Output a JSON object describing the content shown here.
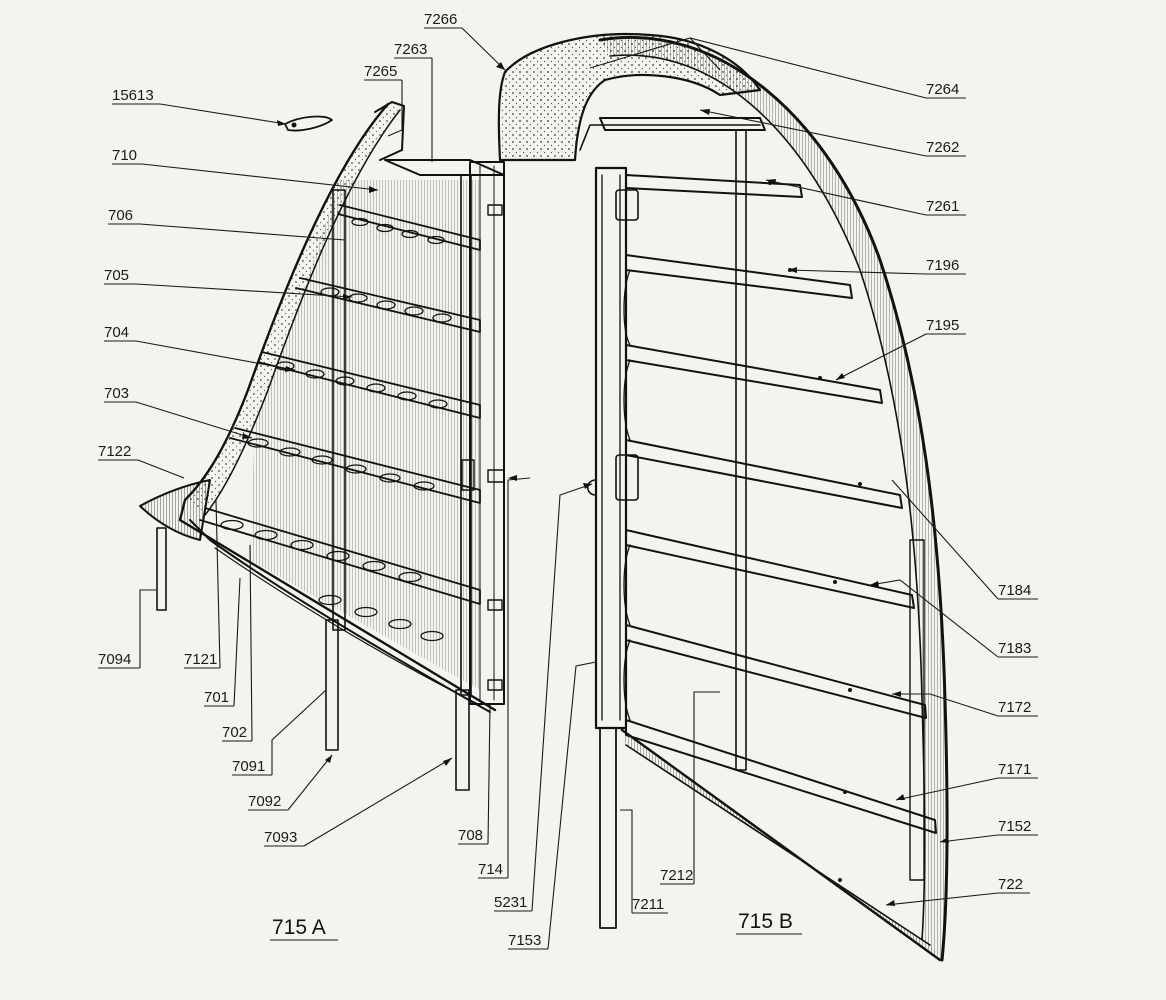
{
  "captions": {
    "left": "715 A",
    "right": "715 B"
  },
  "parts": [
    "7266",
    "7263",
    "7265",
    "15613",
    "710",
    "706",
    "705",
    "704",
    "703",
    "7122",
    "7094",
    "7121",
    "701",
    "702",
    "7091",
    "7092",
    "7093",
    "708",
    "714",
    "5231",
    "7153",
    "7211",
    "7212",
    "7264",
    "7262",
    "7261",
    "7196",
    "7195",
    "7184",
    "7183",
    "7172",
    "7171",
    "7152",
    "722"
  ]
}
